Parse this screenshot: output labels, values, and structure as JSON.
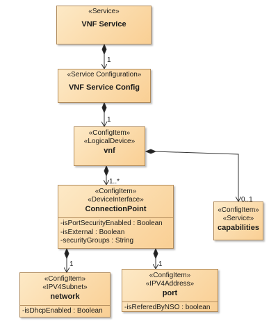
{
  "nodes": {
    "vnf_service": {
      "stereotypes": [
        "«Service»"
      ],
      "name": "VNF Service",
      "attributes": []
    },
    "vnf_service_config": {
      "stereotypes": [
        "«Service Configuration»"
      ],
      "name": "VNF Service Config",
      "attributes": []
    },
    "vnf": {
      "stereotypes": [
        "«ConfigItem»",
        "«LogicalDevice»"
      ],
      "name": "vnf",
      "attributes": []
    },
    "connection_point": {
      "stereotypes": [
        "«ConfigItem»",
        "«DeviceInterface»"
      ],
      "name": "ConnectionPoint",
      "attributes": [
        "-isPortSecurityEnabled : Boolean",
        "-isExternal : Boolean",
        "-securityGroups : String"
      ]
    },
    "capabilities": {
      "stereotypes": [
        "«ConfigItem»",
        "«Service»"
      ],
      "name": "capabilities",
      "attributes": []
    },
    "network": {
      "stereotypes": [
        "«ConfigItem»",
        "«IPV4Subnet»"
      ],
      "name": "network",
      "attributes": [
        "-isDhcpEnabled : Boolean"
      ]
    },
    "port": {
      "stereotypes": [
        "«ConfigItem»",
        "«IPV4Address»"
      ],
      "name": "port",
      "attributes": [
        "-isReferedByNSO : boolean"
      ]
    }
  },
  "connectors": {
    "service_to_config": {
      "multiplicity": "1"
    },
    "config_to_vnf": {
      "multiplicity": "1"
    },
    "vnf_to_cp": {
      "multiplicity": "1..*"
    },
    "vnf_to_capabilities": {
      "multiplicity": "0..1"
    },
    "cp_to_network": {
      "multiplicity": "1"
    },
    "cp_to_port": {
      "multiplicity": "1"
    }
  },
  "colors": {
    "fill_start": "#fde9c6",
    "fill_end": "#f9cf94",
    "border": "#b08a5a",
    "line": "#333333"
  }
}
